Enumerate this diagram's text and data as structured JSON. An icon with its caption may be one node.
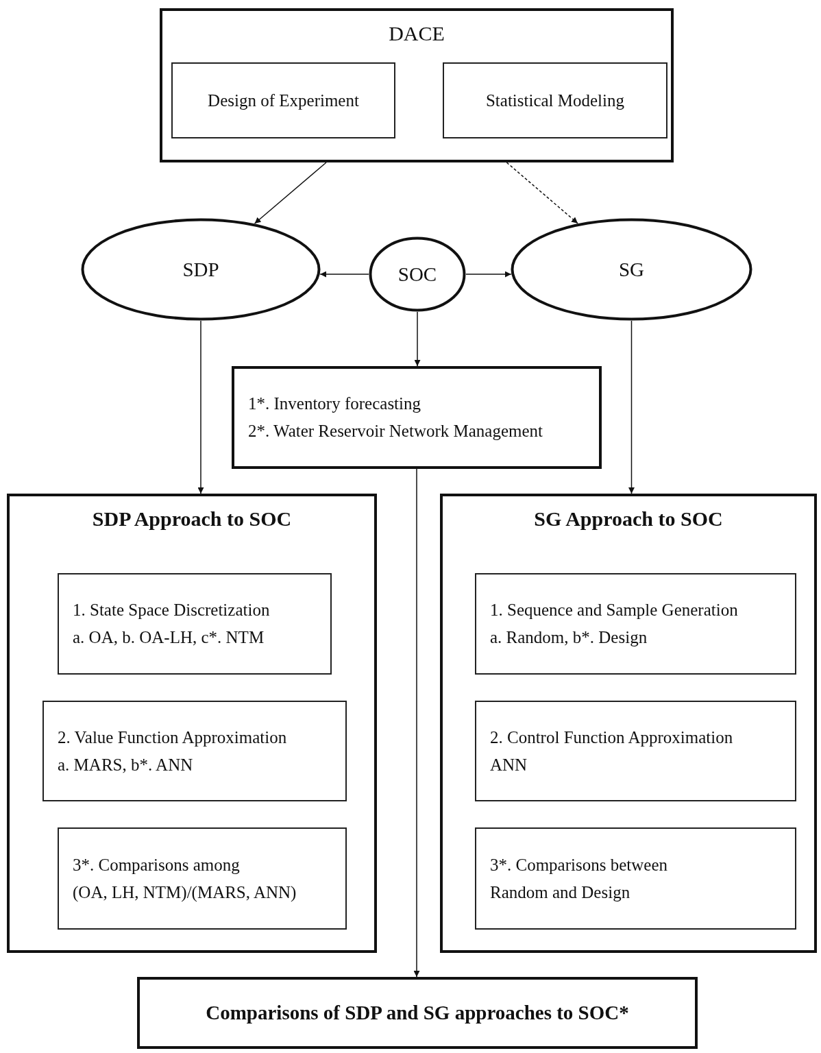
{
  "diagram": {
    "nodes": [
      {
        "text": [
          "DACE"
        ]
      },
      {
        "text": [
          "Design of Experiment"
        ],
        "in": 0
      },
      {
        "text": [
          "Statistical Modeling"
        ],
        "in": 0
      },
      {
        "text": [
          "SDP"
        ]
      },
      {
        "text": [
          "SOC"
        ]
      },
      {
        "text": [
          "SG"
        ]
      },
      {
        "text": [
          "1*. Inventory forecasting",
          "2*. Water Reservoir Network Management"
        ]
      },
      {
        "text": [
          "SDP Approach to SOC"
        ]
      },
      {
        "text": [
          "1. State Space Discretization",
          "a. OA,  b. OA-LH,  c*. NTM"
        ],
        "in": 7
      },
      {
        "text": [
          "2. Value Function Approximation",
          "a. MARS,  b*. ANN"
        ],
        "in": 7
      },
      {
        "text": [
          "3*. Comparisons among",
          "(OA, LH, NTM)/(MARS, ANN)"
        ],
        "in": 7
      },
      {
        "text": [
          "SG Approach to SOC"
        ]
      },
      {
        "text": [
          "1. Sequence and Sample Generation",
          "a. Random, b*. Design"
        ],
        "in": 11
      },
      {
        "text": [
          "2. Control Function Approximation",
          "ANN"
        ],
        "in": 11
      },
      {
        "text": [
          "3*. Comparisons between",
          "Random and Design"
        ],
        "in": 11
      },
      {
        "text": [
          "Comparisons of SDP and SG approaches to SOC*"
        ]
      }
    ],
    "edges": [
      {
        "from": 0,
        "to": 3,
        "arrow": "to"
      },
      {
        "from": 0,
        "to": 5,
        "arrow": "to",
        "style": "dashed"
      },
      {
        "from": 4,
        "to": 3,
        "arrow": "to"
      },
      {
        "from": 4,
        "to": 5,
        "arrow": "to"
      },
      {
        "from": 4,
        "to": 6,
        "arrow": "to"
      },
      {
        "from": 3,
        "to": 7,
        "arrow": "to"
      },
      {
        "from": 5,
        "to": 11,
        "arrow": "to"
      },
      {
        "from": 6,
        "to": 15,
        "arrow": "to"
      }
    ]
  }
}
